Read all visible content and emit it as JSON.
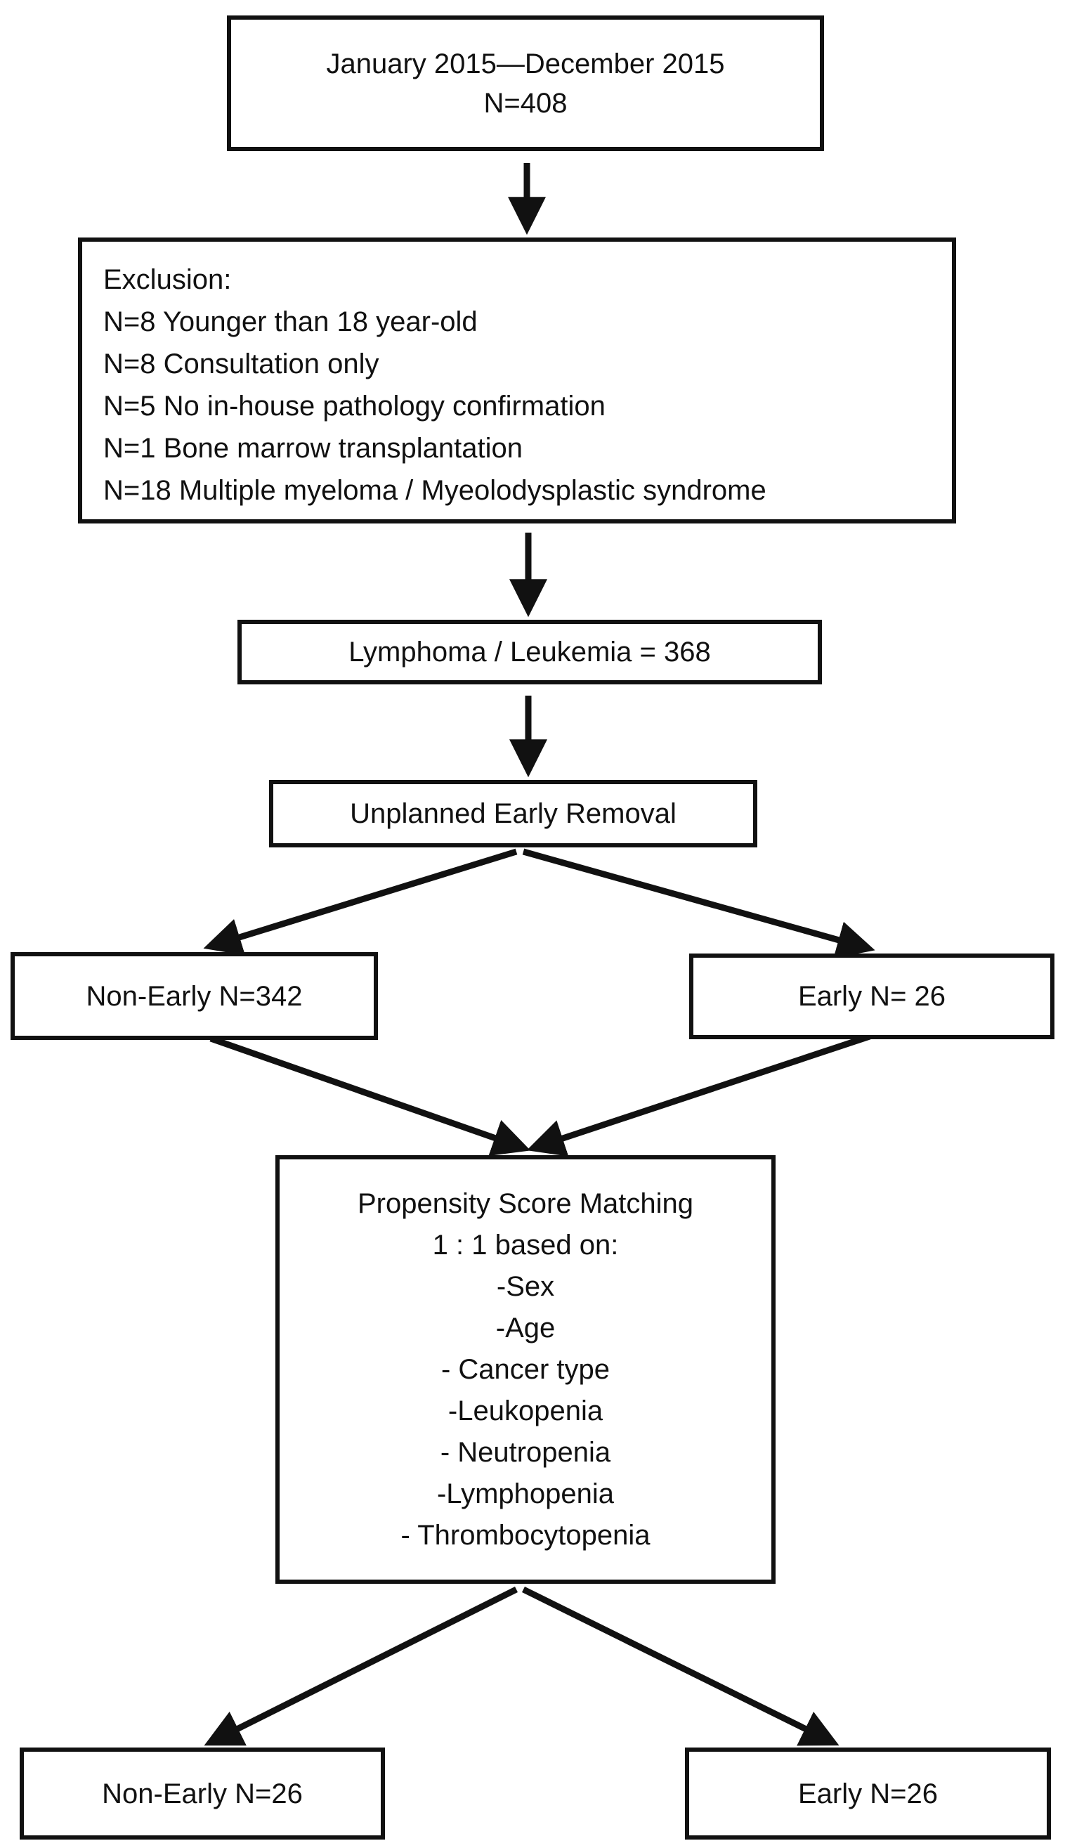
{
  "flowchart": {
    "nodes": {
      "study_period": {
        "lines": [
          "January 2015—December 2015",
          "N=408"
        ]
      },
      "exclusion": {
        "heading": "Exclusion:",
        "items": [
          "N=8 Younger than 18 year-old",
          "N=8 Consultation only",
          "N=5 No in-house pathology confirmation",
          "N=1 Bone marrow transplantation",
          "N=18 Multiple myeloma / Myeolodysplastic syndrome"
        ]
      },
      "lymphoma_leukemia": {
        "text": "Lymphoma / Leukemia = 368"
      },
      "unplanned_early_removal": {
        "text": "Unplanned Early Removal"
      },
      "non_early_before": {
        "text": "Non-Early N=342"
      },
      "early_before": {
        "text": "Early N= 26"
      },
      "propensity_matching": {
        "lines": [
          "Propensity Score Matching",
          "1 : 1 based on:",
          "-Sex",
          "-Age",
          "- Cancer type",
          "-Leukopenia",
          "- Neutropenia",
          "-Lymphopenia",
          "- Thrombocytopenia"
        ]
      },
      "non_early_after": {
        "text": "Non-Early N=26"
      },
      "early_after": {
        "text": "Early N=26"
      }
    },
    "edges": [
      [
        "study_period",
        "exclusion"
      ],
      [
        "exclusion",
        "lymphoma_leukemia"
      ],
      [
        "lymphoma_leukemia",
        "unplanned_early_removal"
      ],
      [
        "unplanned_early_removal",
        "non_early_before"
      ],
      [
        "unplanned_early_removal",
        "early_before"
      ],
      [
        "non_early_before",
        "propensity_matching"
      ],
      [
        "early_before",
        "propensity_matching"
      ],
      [
        "propensity_matching",
        "non_early_after"
      ],
      [
        "propensity_matching",
        "early_after"
      ]
    ]
  }
}
